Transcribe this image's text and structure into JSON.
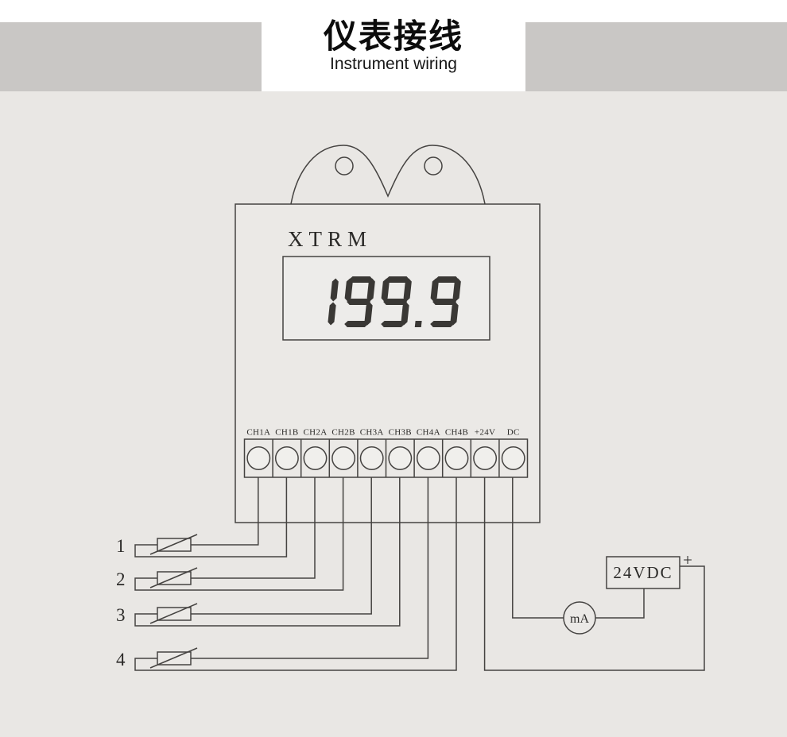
{
  "header": {
    "title_zh": "仪表接线",
    "title_en": "Instrument wiring"
  },
  "device": {
    "model": "XTRM",
    "display_value": "199.9",
    "terminals": [
      "CH1A",
      "CH1B",
      "CH2A",
      "CH2B",
      "CH3A",
      "CH3B",
      "CH4A",
      "CH4B",
      "+24V",
      "DC"
    ]
  },
  "sensors": [
    "1",
    "2",
    "3",
    "4"
  ],
  "power": {
    "label": "24VDC",
    "polarity": "+"
  },
  "meter": {
    "label": "mA"
  },
  "colors": {
    "line": "#454341",
    "digit": "#3a3835",
    "band": "#c9c7c5",
    "page_bg": "#e9e7e4",
    "device_bg": "#ebe9e6",
    "terminal_fill": "#f0efec"
  }
}
